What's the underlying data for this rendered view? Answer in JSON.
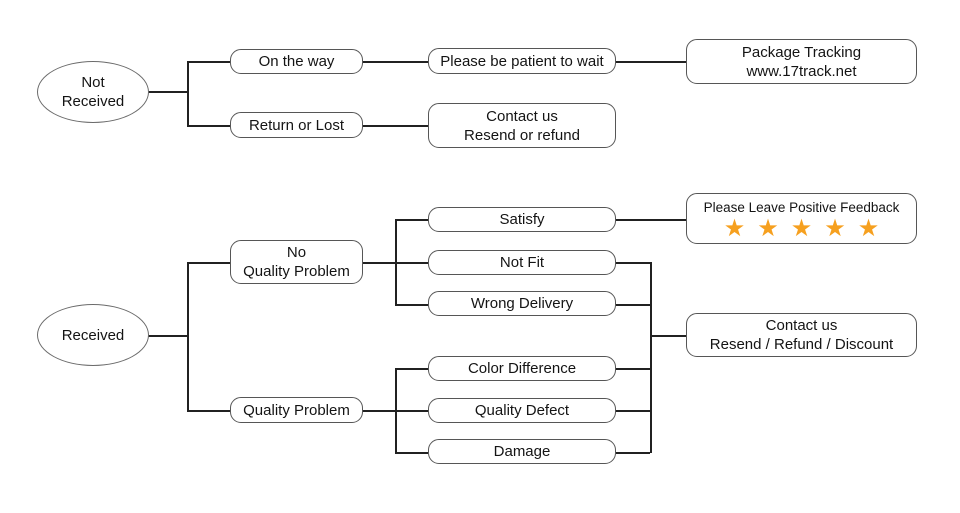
{
  "diagram": {
    "title": "Package delivery customer-service flowchart",
    "colors": {
      "background": "#ffffff",
      "line": "#212121",
      "box_border": "#565656",
      "star": "#F6A01F"
    },
    "nodes": {
      "not_received": {
        "line1": "Not",
        "line2": "Received"
      },
      "received": {
        "label": "Received"
      },
      "on_the_way": {
        "label": "On the way"
      },
      "return_or_lost": {
        "label": "Return or Lost"
      },
      "please_be_patient": {
        "label": "Please be patient to wait"
      },
      "package_tracking": {
        "line1": "Package Tracking",
        "line2": "www.17track.net"
      },
      "contact_us_resend": {
        "line1": "Contact us",
        "line2": "Resend or refund"
      },
      "no_quality_problem": {
        "line1": "No",
        "line2": "Quality Problem"
      },
      "quality_problem": {
        "label": "Quality Problem"
      },
      "satisfy": {
        "label": "Satisfy"
      },
      "not_fit": {
        "label": "Not Fit"
      },
      "wrong_delivery": {
        "label": "Wrong Delivery"
      },
      "color_difference": {
        "label": "Color Difference"
      },
      "quality_defect": {
        "label": "Quality Defect"
      },
      "damage": {
        "label": "Damage"
      },
      "feedback": {
        "label": "Please Leave Positive Feedback",
        "star": "★",
        "star_count": 5
      },
      "contact_us_discount": {
        "line1": "Contact us",
        "line2": "Resend / Refund / Discount"
      }
    }
  }
}
